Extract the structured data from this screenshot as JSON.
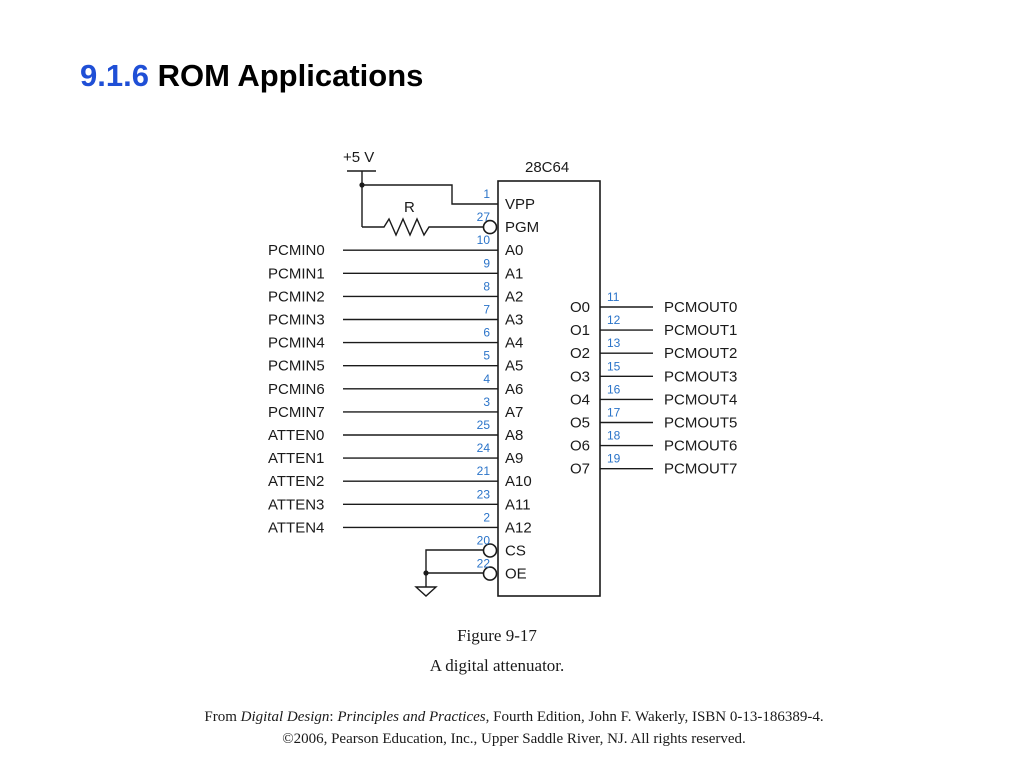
{
  "slide": {
    "number": "9.1.6",
    "title": "ROM Applications"
  },
  "diagram": {
    "chip_name": "28C64",
    "supply_label": "+5 V",
    "resistor_label": "R",
    "left_pins": [
      {
        "signal": "",
        "pin": "1",
        "name": "VPP"
      },
      {
        "signal": "",
        "pin": "27",
        "name": "PGM"
      },
      {
        "signal": "PCMIN0",
        "pin": "10",
        "name": "A0"
      },
      {
        "signal": "PCMIN1",
        "pin": "9",
        "name": "A1"
      },
      {
        "signal": "PCMIN2",
        "pin": "8",
        "name": "A2"
      },
      {
        "signal": "PCMIN3",
        "pin": "7",
        "name": "A3"
      },
      {
        "signal": "PCMIN4",
        "pin": "6",
        "name": "A4"
      },
      {
        "signal": "PCMIN5",
        "pin": "5",
        "name": "A5"
      },
      {
        "signal": "PCMIN6",
        "pin": "4",
        "name": "A6"
      },
      {
        "signal": "PCMIN7",
        "pin": "3",
        "name": "A7"
      },
      {
        "signal": "ATTEN0",
        "pin": "25",
        "name": "A8"
      },
      {
        "signal": "ATTEN1",
        "pin": "24",
        "name": "A9"
      },
      {
        "signal": "ATTEN2",
        "pin": "21",
        "name": "A10"
      },
      {
        "signal": "ATTEN3",
        "pin": "23",
        "name": "A11"
      },
      {
        "signal": "ATTEN4",
        "pin": "2",
        "name": "A12"
      },
      {
        "signal": "",
        "pin": "20",
        "name": "CS"
      },
      {
        "signal": "",
        "pin": "22",
        "name": "OE"
      }
    ],
    "right_pins": [
      {
        "name": "O0",
        "pin": "11",
        "signal": "PCMOUT0"
      },
      {
        "name": "O1",
        "pin": "12",
        "signal": "PCMOUT1"
      },
      {
        "name": "O2",
        "pin": "13",
        "signal": "PCMOUT2"
      },
      {
        "name": "O3",
        "pin": "15",
        "signal": "PCMOUT3"
      },
      {
        "name": "O4",
        "pin": "16",
        "signal": "PCMOUT4"
      },
      {
        "name": "O5",
        "pin": "17",
        "signal": "PCMOUT5"
      },
      {
        "name": "O6",
        "pin": "18",
        "signal": "PCMOUT6"
      },
      {
        "name": "O7",
        "pin": "19",
        "signal": "PCMOUT7"
      }
    ]
  },
  "figure": {
    "number": "Figure 9-17",
    "caption": "A digital attenuator."
  },
  "source": {
    "from": "From ",
    "book": "Digital Design",
    "sep": ": ",
    "subtitle": "Principles and Practices",
    "details": ", Fourth Edition, John F. Wakerly, ISBN 0-13-186389-4.",
    "copyright": "©2006, Pearson Education, Inc., Upper Saddle River, NJ. All rights reserved."
  }
}
